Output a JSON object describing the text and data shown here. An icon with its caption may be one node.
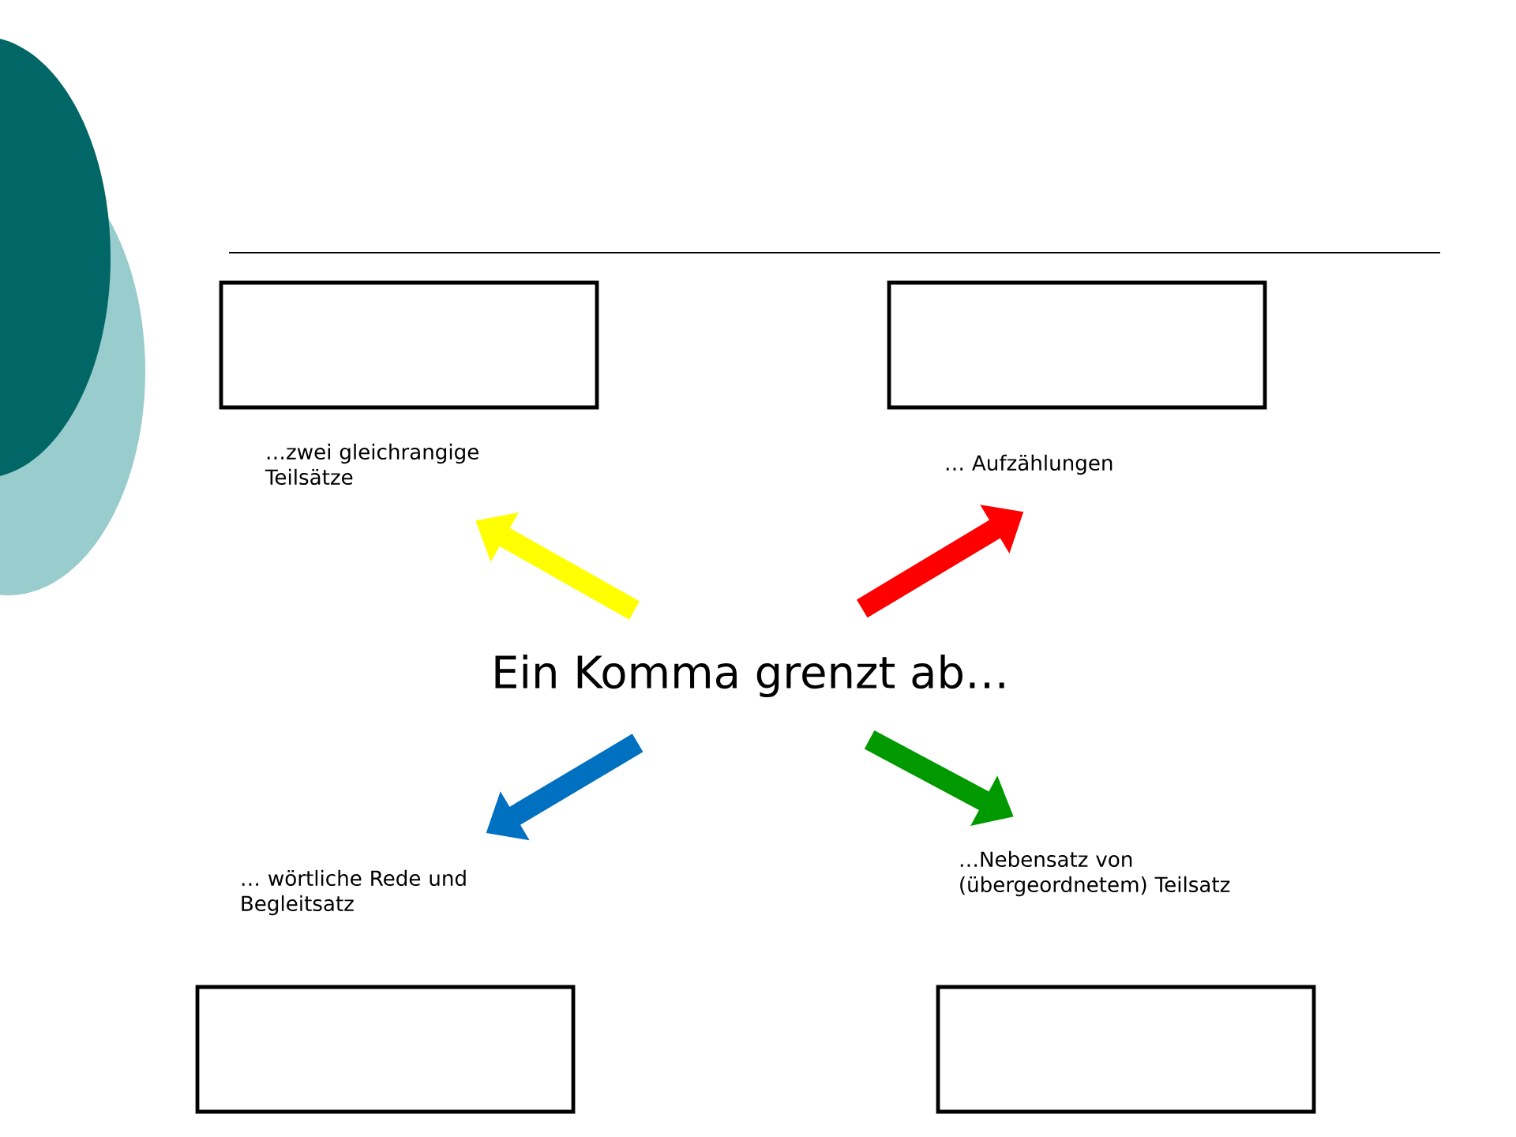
{
  "diagram": {
    "nodes": [
      {
        "text": [],
        "shape": "box"
      },
      {
        "text": [],
        "shape": "box"
      },
      {
        "text": [
          "…zwei gleichrangige Teilsätze"
        ]
      },
      {
        "text": [
          "… Aufzählungen"
        ]
      },
      {
        "text": [
          "Ein Komma grenzt ab…"
        ]
      },
      {
        "text": [
          "… wörtliche Rede und Begleitsatz"
        ]
      },
      {
        "text": [
          "…Nebensatz von (übergeordnetem) Teilsatz"
        ]
      },
      {
        "text": [],
        "shape": "box"
      },
      {
        "text": [],
        "shape": "box"
      }
    ],
    "edges": [
      {
        "from": 4,
        "to": 2,
        "arrow": "to",
        "color": "#ffff00"
      },
      {
        "from": 4,
        "to": 3,
        "arrow": "to",
        "color": "#ff0000"
      },
      {
        "from": 4,
        "to": 5,
        "arrow": "to",
        "color": "#0070c0"
      },
      {
        "from": 4,
        "to": 6,
        "arrow": "to",
        "color": "#009900"
      }
    ]
  }
}
